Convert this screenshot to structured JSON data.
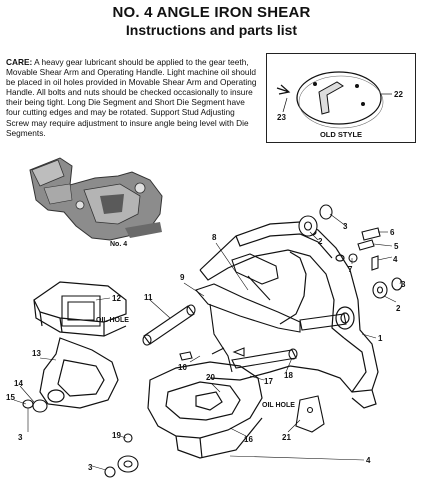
{
  "header": {
    "title": "NO. 4 ANGLE IRON SHEAR",
    "subtitle": "Instructions and parts list"
  },
  "care": {
    "label": "CARE:",
    "text": " A heavy gear lubricant should be applied to the gear teeth, Movable Shear Arm and Operating Handle. Light machine oil should be placed in oil holes provided in Movable Shear Arm and Operating Handle.  All bolts and nuts should be checked occasionally to insure their being tight.  Long Die Segment and Short Die Segment have four cutting edges and may be rotated.  Support Stud Adjusting Screw may require adjustment to insure angle being level with Die Segments."
  },
  "old_style": {
    "label": "OLD STYLE",
    "callouts": [
      "22",
      "23"
    ]
  },
  "photo_caption": "No. 4",
  "oil_hole_labels": [
    "OIL HOLE",
    "OIL HOLE"
  ],
  "callouts": {
    "c1": "1",
    "c2a": "2",
    "c2b": "2",
    "c3a": "3",
    "c3b": "3",
    "c3c": "3",
    "c3d": "3",
    "c4a": "4",
    "c4b": "4",
    "c5": "5",
    "c6": "6",
    "c7": "7",
    "c8": "8",
    "c9": "9",
    "c10": "10",
    "c11": "11",
    "c12": "12",
    "c13": "13",
    "c14": "14",
    "c15": "15",
    "c16": "16",
    "c17": "17",
    "c18": "18",
    "c19": "19",
    "c20": "20",
    "c21": "21"
  }
}
